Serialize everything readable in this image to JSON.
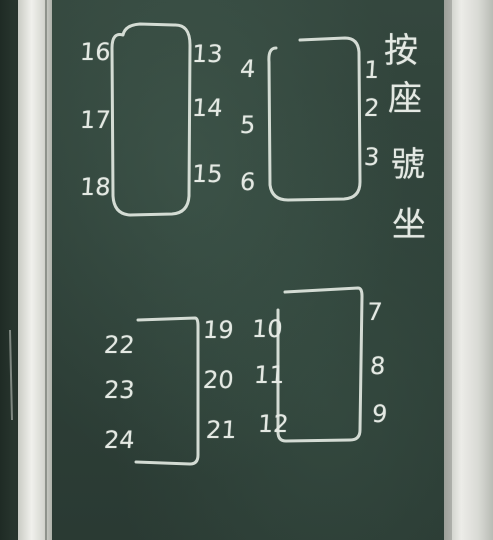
{
  "instruction_text": [
    "按",
    "座",
    "號",
    "坐"
  ],
  "seat_groups": {
    "top_left": {
      "left": [
        "16",
        "17",
        "18"
      ],
      "right": [
        "13",
        "14",
        "15"
      ]
    },
    "top_right": {
      "left": [
        "4",
        "5",
        "6"
      ],
      "right": [
        "1",
        "2",
        "3"
      ]
    },
    "bottom_left": {
      "left": [
        "22",
        "23",
        "24"
      ],
      "right": [
        "19",
        "20",
        "21"
      ]
    },
    "bottom_right": {
      "left": [
        "10",
        "11",
        "12"
      ],
      "right": [
        "7",
        "8",
        "9"
      ]
    }
  }
}
